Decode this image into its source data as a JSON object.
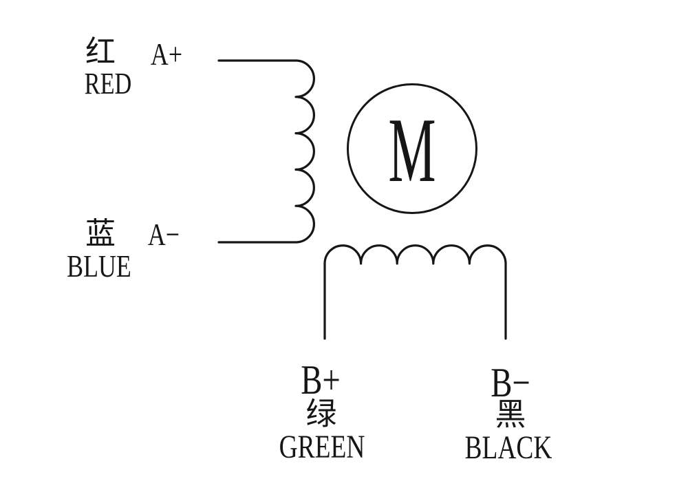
{
  "diagram": {
    "type": "stepper-motor-wiring",
    "motor": {
      "label": "M"
    },
    "phases": {
      "a": {
        "plus": {
          "terminal": "A+",
          "color_cn": "红",
          "color_en": "RED"
        },
        "minus": {
          "terminal": "A−",
          "color_cn": "蓝",
          "color_en": "BLUE"
        }
      },
      "b": {
        "plus": {
          "terminal": "B+",
          "color_cn": "绿",
          "color_en": "GREEN"
        },
        "minus": {
          "terminal": "B−",
          "color_cn": "黑",
          "color_en": "BLACK"
        }
      }
    },
    "colors": {
      "stroke": "#161616",
      "background": "#ffffff"
    }
  }
}
